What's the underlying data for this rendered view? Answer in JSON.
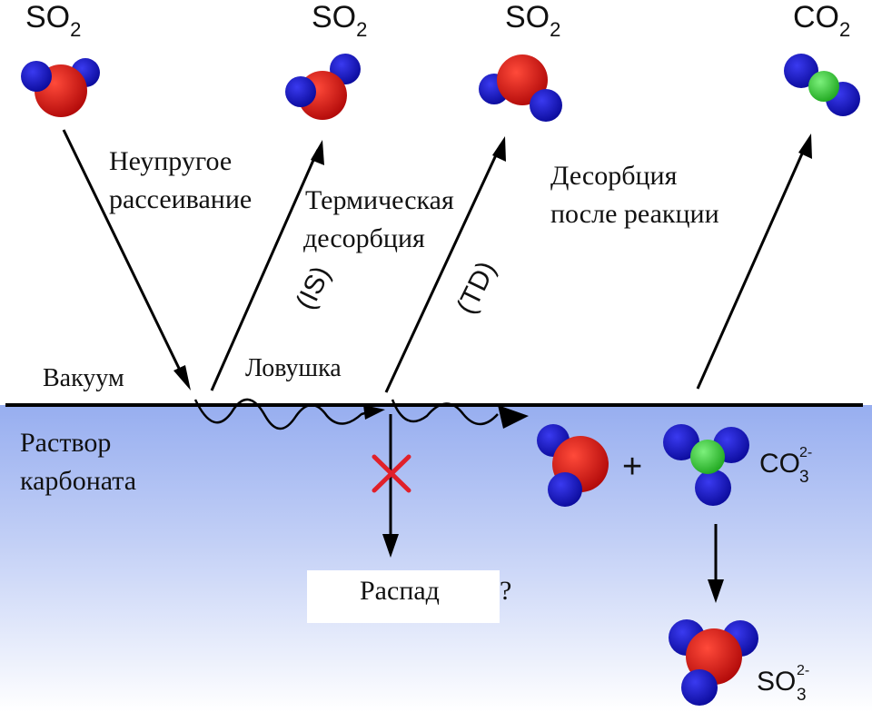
{
  "molecules": {
    "so2_1": "SO",
    "so2_2": "SO",
    "so2_3": "SO",
    "co2": "CO",
    "co3": "CO",
    "so3": "SO",
    "sub2": "2",
    "sub3": "3",
    "charge": "2-"
  },
  "labels": {
    "inelastic_1": "Неупругое",
    "inelastic_2": "рассеивание",
    "thermal_1": "Термическая",
    "thermal_2": "десорбция",
    "is": "(IS)",
    "td": "(TD)",
    "after_1": "Десорбция",
    "after_2": "после реакции",
    "vacuum": "Вакуум",
    "trap": "Ловушка",
    "solution_1": "Раствор",
    "solution_2": "карбоната",
    "decay": "Распад",
    "question": "?",
    "plus": "+"
  },
  "colors": {
    "oxygen": "#1515c8",
    "sulfur": "#e01818",
    "carbon": "#33cc33",
    "solution_top": "#97aef0",
    "solution_bottom": "#ffffff",
    "cross": "#e0202a"
  }
}
